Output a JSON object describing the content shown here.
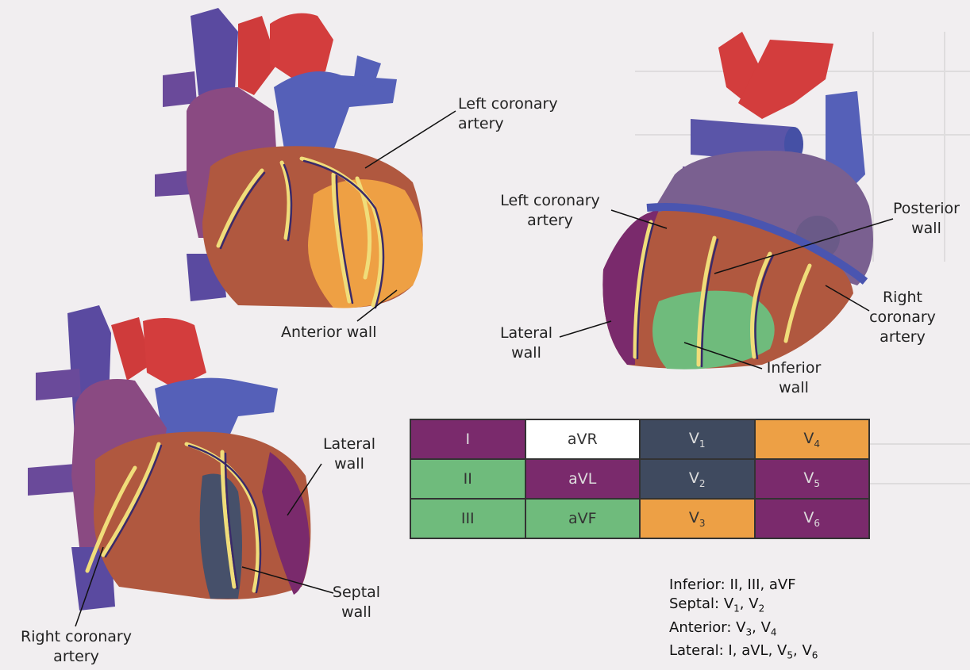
{
  "labels": {
    "top_left_left_coronary_artery": [
      "Left coronary",
      "artery"
    ],
    "top_left_anterior_wall": "Anterior wall",
    "right_left_coronary_artery": [
      "Left coronary",
      "artery"
    ],
    "right_posterior_wall": [
      "Posterior",
      "wall"
    ],
    "right_right_coronary_artery": [
      "Right",
      "coronary",
      "artery"
    ],
    "right_lateral_wall": [
      "Lateral",
      "wall"
    ],
    "right_inferior_wall": [
      "Inferior",
      "wall"
    ],
    "bottom_lateral_wall": [
      "Lateral",
      "wall"
    ],
    "bottom_septal_wall": [
      "Septal",
      "wall"
    ],
    "bottom_right_coronary_artery": [
      "Right coronary",
      "artery"
    ]
  },
  "colors": {
    "purple": "#7a2a6c",
    "white": "#ffffff",
    "slate": "#3f4a5f",
    "orange": "#eda045",
    "green": "#6fbb7c",
    "background": "#f1eef0"
  },
  "lead_table": {
    "rows": [
      [
        {
          "lead": "I",
          "sub": "",
          "color": "purple"
        },
        {
          "lead": "aVR",
          "sub": "",
          "color": "white"
        },
        {
          "lead": "V",
          "sub": "1",
          "color": "slate"
        },
        {
          "lead": "V",
          "sub": "4",
          "color": "orange"
        }
      ],
      [
        {
          "lead": "II",
          "sub": "",
          "color": "green"
        },
        {
          "lead": "aVL",
          "sub": "",
          "color": "purple"
        },
        {
          "lead": "V",
          "sub": "2",
          "color": "slate"
        },
        {
          "lead": "V",
          "sub": "5",
          "color": "purple"
        }
      ],
      [
        {
          "lead": "III",
          "sub": "",
          "color": "green"
        },
        {
          "lead": "aVF",
          "sub": "",
          "color": "green"
        },
        {
          "lead": "V",
          "sub": "3",
          "color": "orange"
        },
        {
          "lead": "V",
          "sub": "6",
          "color": "purple"
        }
      ]
    ]
  },
  "legend": [
    {
      "name": "Inferior",
      "leads": [
        "II",
        "III",
        "aVF"
      ]
    },
    {
      "name": "Septal",
      "leads": [
        "V1",
        "V2"
      ]
    },
    {
      "name": "Anterior",
      "leads": [
        "V3",
        "V4"
      ]
    },
    {
      "name": "Lateral",
      "leads": [
        "I",
        "aVL",
        "V5",
        "V6"
      ]
    }
  ]
}
